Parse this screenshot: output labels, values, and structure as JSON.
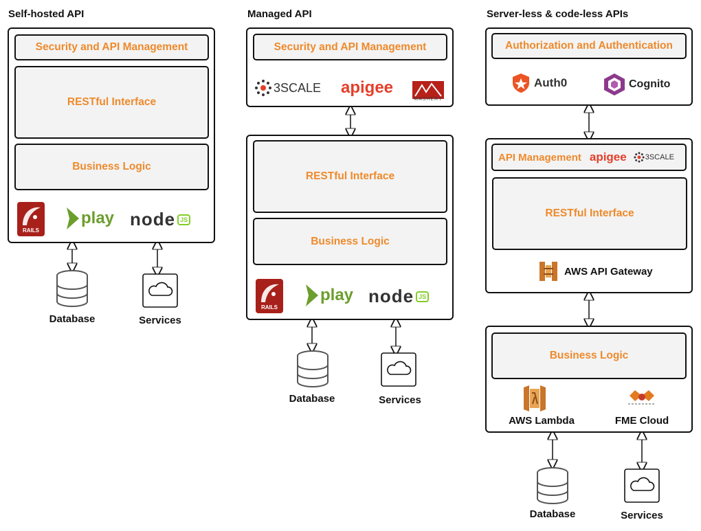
{
  "self_hosted": {
    "title": "Self-hosted API",
    "security_layer": "Security and API Management",
    "restful_layer": "RESTful Interface",
    "logic_layer": "Business Logic",
    "logos": {
      "rails": "RAILS",
      "play": "play",
      "node": "node",
      "node_badge": "JS"
    },
    "database_label": "Database",
    "services_label": "Services"
  },
  "managed": {
    "title": "Managed API",
    "security_layer": "Security and API Management",
    "vendors": {
      "threescale": "3SCALE",
      "apigee": "apigee",
      "mashery": "MASHERY"
    },
    "restful_layer": "RESTful Interface",
    "logic_layer": "Business Logic",
    "logos": {
      "rails": "RAILS",
      "play": "play",
      "node": "node",
      "node_badge": "JS"
    },
    "database_label": "Database",
    "services_label": "Services"
  },
  "serverless": {
    "title": "Server-less & code-less APIs",
    "auth_layer": "Authorization and Authentication",
    "auth_vendors": {
      "auth0": "Auth0",
      "cognito": "Cognito"
    },
    "api_mgmt_layer": "API Management",
    "api_mgmt_vendors": {
      "apigee": "apigee",
      "threescale": "3SCALE"
    },
    "restful_layer": "RESTful Interface",
    "gateway_label": "AWS API Gateway",
    "logic_layer": "Business Logic",
    "lambda_label": "AWS Lambda",
    "fme_label": "FME Cloud",
    "database_label": "Database",
    "services_label": "Services"
  },
  "colors": {
    "accent": "#ee8a2c",
    "layer_fill": "#f3f3f3",
    "border": "#111111",
    "rails_red": "#a8201a",
    "play_green": "#6b9e2c",
    "node_dark": "#333333",
    "node_green": "#83cd29",
    "apigee_red": "#e43f2a",
    "auth0_orange": "#eb5424",
    "cognito_purple": "#8c3a8c",
    "aws_orange": "#e37b1e"
  }
}
